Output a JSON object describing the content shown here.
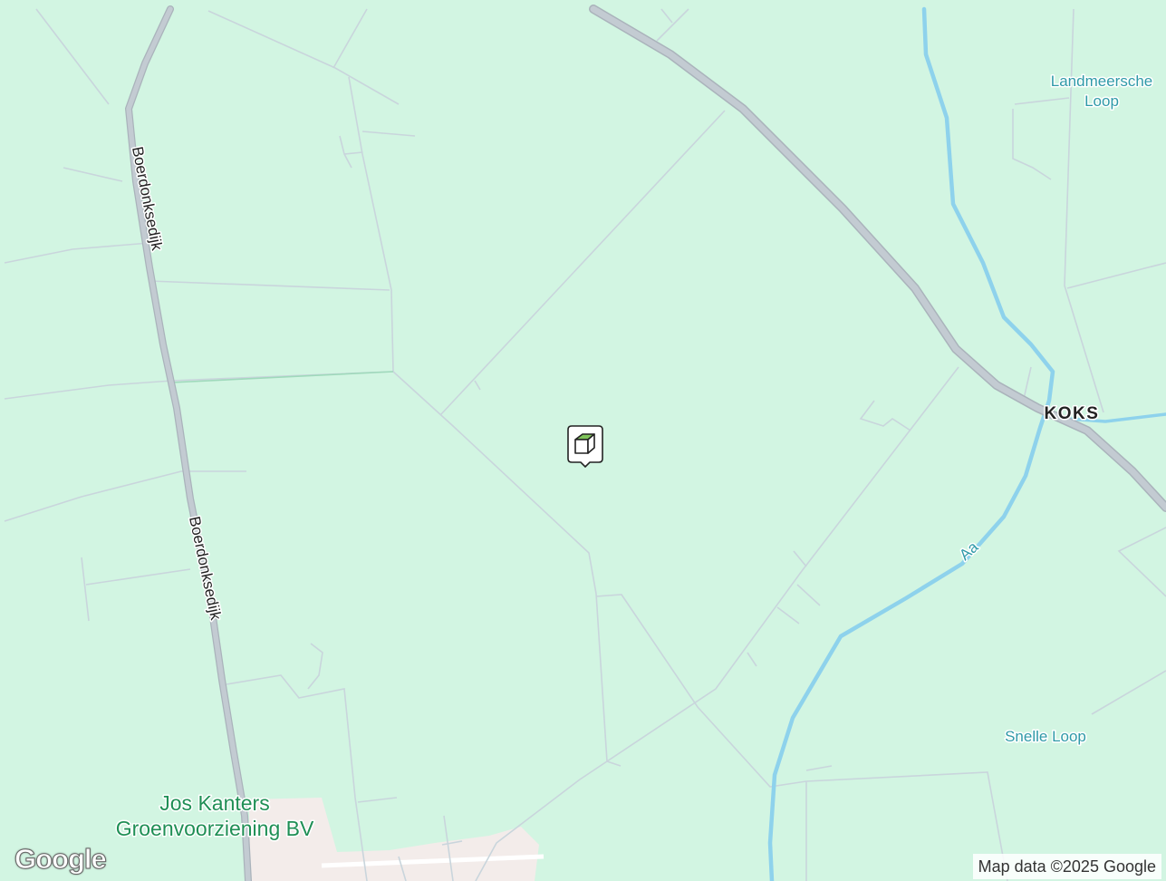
{
  "map": {
    "attribution": "Map data ©2025 Google",
    "brand": "Google",
    "colors": {
      "land": "#d2f5e2",
      "minor_road": "#c9d5dc",
      "major_road": "#c3cbd2",
      "major_road_outline": "#aab3bb",
      "water": "#8ed2ec",
      "urban": "#f3ecea",
      "urban_road": "#ffffff",
      "marker": "#ffffff"
    },
    "labels": {
      "road_upper": "Boerdonksedijk",
      "road_lower": "Boerdonksedijk",
      "water_landmeersche_line1": "Landmeersche",
      "water_landmeersche_line2": "Loop",
      "water_aa": "Aa",
      "water_snelle": "Snelle Loop",
      "place_koks": "KOKS",
      "poi_line1": "Jos Kanters",
      "poi_line2": "Groenvoorziening BV"
    },
    "marker_icon": "building-icon"
  }
}
